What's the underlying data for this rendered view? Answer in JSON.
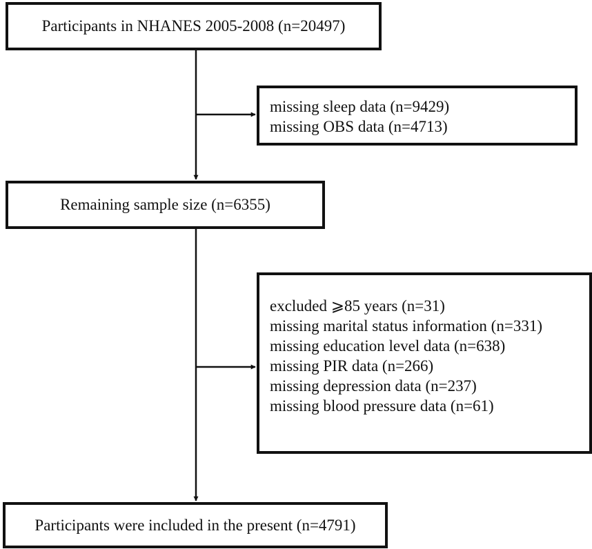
{
  "flowchart": {
    "start": {
      "label": "Participants in NHANES 2005-2008 (n=20497)"
    },
    "exclusion_1": {
      "items": [
        "missing sleep data (n=9429)",
        "missing OBS data (n=4713)"
      ]
    },
    "remaining": {
      "label": "Remaining sample size (n=6355)"
    },
    "exclusion_2": {
      "items": [
        "excluded ⩾85 years (n=31)",
        "missing marital status information (n=331)",
        "missing education level data (n=638)",
        "missing PIR data (n=266)",
        "missing depression data (n=237)",
        "missing blood pressure data (n=61)"
      ]
    },
    "final": {
      "label": "Participants were included in the present (n=4791)"
    }
  }
}
